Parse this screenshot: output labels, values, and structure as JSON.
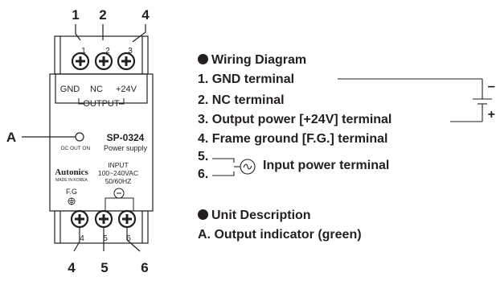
{
  "device": {
    "top_callouts": [
      "1",
      "2",
      "4"
    ],
    "bottom_callouts": [
      "4",
      "5",
      "6"
    ],
    "top_terminal_numbers": [
      "1",
      "2",
      "3"
    ],
    "bottom_terminal_numbers": [
      "4",
      "5",
      "6"
    ],
    "top_terminal_labels": [
      "GND",
      "NC",
      "+24V"
    ],
    "output_label": "OUTPUT",
    "indicator_callout": "A",
    "indicator_caption": "DC OUT ON",
    "model": "SP-0324",
    "product_type": "Power supply",
    "brand": "Autonics",
    "made_in": "MADE IN KOREA",
    "fg_label": "F.G",
    "input_label": "INPUT",
    "input_voltage": "100~240VAC",
    "input_frequency": "50/60HZ"
  },
  "wiring": {
    "heading": "Wiring Diagram",
    "items": [
      "1. GND terminal",
      "2. NC terminal",
      "3. Output power [+24V] terminal",
      "4. Frame ground [F.G.] terminal"
    ],
    "input_numbers": [
      "5.",
      "6."
    ],
    "input_text": "Input power terminal",
    "minus_sign": "–",
    "plus_sign": "+"
  },
  "unit": {
    "heading": "Unit Description",
    "item_a": "A. Output indicator (green)"
  }
}
